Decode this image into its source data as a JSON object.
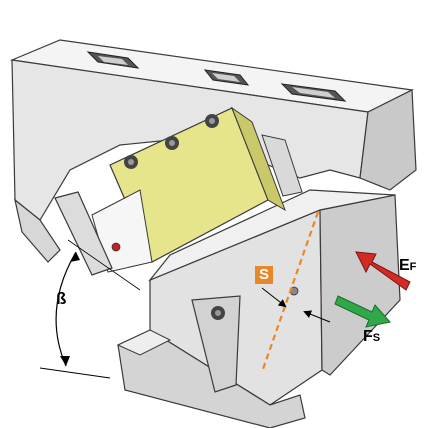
{
  "labels": {
    "beta": "ß",
    "s": "S",
    "ef_main": "E",
    "ef_sub": "F",
    "fs_main": "F",
    "fs_sub": "S"
  },
  "colors": {
    "yellow_plate": "#e6e58c",
    "body_light": "#eeeeee",
    "body_mid": "#d7d7d7",
    "body_dark": "#b9b9b9",
    "outline": "#3a3a3a",
    "arrow_red": "#d42a24",
    "arrow_green": "#2fa84a",
    "dash_orange": "#e8872a"
  }
}
